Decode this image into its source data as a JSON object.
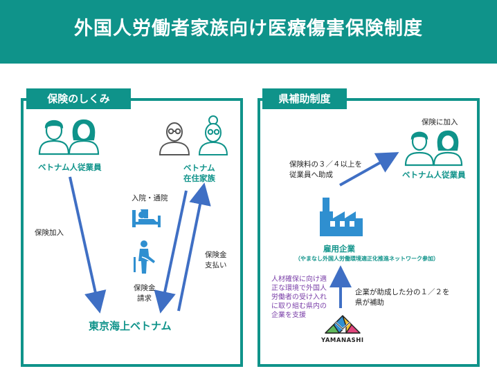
{
  "header": {
    "title": "外国人労働者家族向け医療傷害保険制度"
  },
  "left_panel": {
    "tab": "保険のしくみ",
    "employees_label": "ベトナム人従業員",
    "family_label_1": "ベトナム",
    "family_label_2": "在住家族",
    "enroll_label": "保険加入",
    "hospital_label": "入院・通院",
    "claim_label_1": "保険金",
    "claim_label_2": "請求",
    "payout_label_1": "保険金",
    "payout_label_2": "支払い",
    "insurer_label": "東京海上ベトナム"
  },
  "right_panel": {
    "tab": "県補助制度",
    "enroll_label": "保険に加入",
    "employees_label": "ベトナム人従業員",
    "subsidy_label_1": "保険料の３／４以上を",
    "subsidy_label_2": "従業員へ助成",
    "employer_label": "雇用企業",
    "employer_sub": "（やまなし外国人労働環境適正化推進ネットワーク参加）",
    "support_lines": [
      "人材確保に向け適",
      "正な環境で外国人",
      "労働者の受け入れ",
      "に取り組む県内の",
      "企業を支援"
    ],
    "pref_label_1": "企業が助成した分の１／２を",
    "pref_label_2": "県が補助",
    "logo_text": "YAMANASHI"
  },
  "colors": {
    "teal": "#0f938a",
    "arrow_blue": "#3f6fc4",
    "icon_blue": "#2f8fd0",
    "purple": "#7a3fa8"
  }
}
